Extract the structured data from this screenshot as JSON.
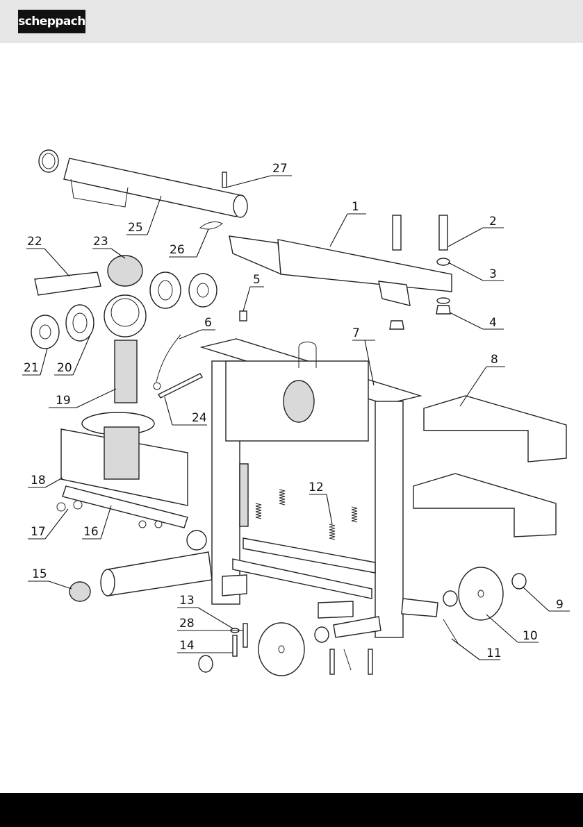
{
  "brand": {
    "logo_text": "scheppach",
    "header_bg": "#e6e6e6",
    "footer_bg": "#000000"
  },
  "diagram": {
    "callouts": [
      "1",
      "2",
      "3",
      "4",
      "5",
      "6",
      "7",
      "8",
      "9",
      "10",
      "11",
      "12",
      "13",
      "14",
      "15",
      "16",
      "17",
      "18",
      "19",
      "20",
      "21",
      "22",
      "23",
      "24",
      "25",
      "26",
      "27",
      "28"
    ]
  }
}
